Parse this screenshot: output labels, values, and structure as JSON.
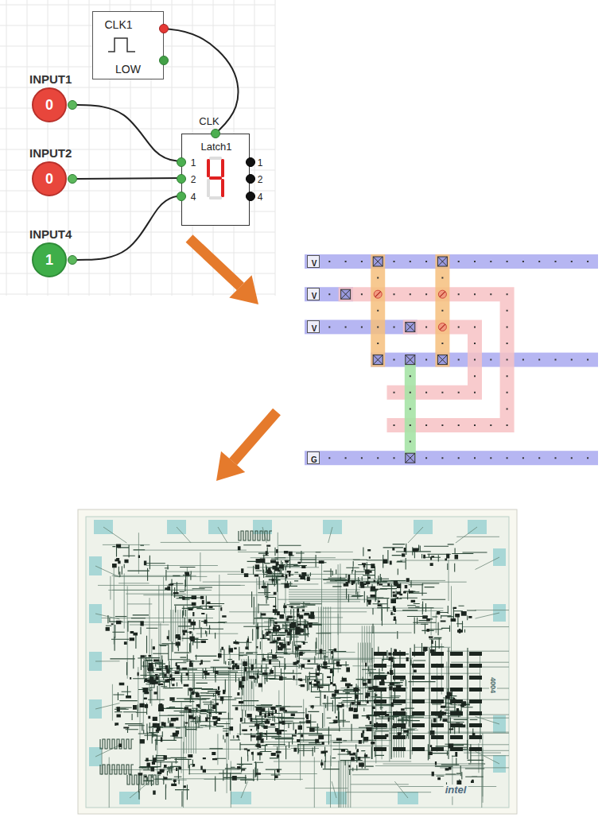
{
  "diagram": {
    "nodes": [
      {
        "text": [
          "CLK1",
          "LOW"
        ]
      },
      {
        "text": [
          "INPUT1",
          "0"
        ]
      },
      {
        "text": [
          "INPUT2",
          "0"
        ]
      },
      {
        "text": [
          "INPUT4",
          "1"
        ]
      },
      {
        "text": [
          "CLK",
          "Latch1",
          "1",
          "2",
          "4",
          "1",
          "2",
          "4"
        ]
      },
      {
        "text": [
          "V"
        ]
      },
      {
        "text": [
          "V"
        ]
      },
      {
        "text": [
          "V"
        ]
      },
      {
        "text": [
          "G"
        ]
      }
    ],
    "edges": [
      {
        "from": 0,
        "to": 4,
        "arrow": "none"
      },
      {
        "from": 1,
        "to": 4,
        "arrow": "none"
      },
      {
        "from": 2,
        "to": 4,
        "arrow": "none"
      },
      {
        "from": 3,
        "to": 4,
        "arrow": "none"
      }
    ],
    "labels": [
      "4004",
      "intel"
    ]
  }
}
